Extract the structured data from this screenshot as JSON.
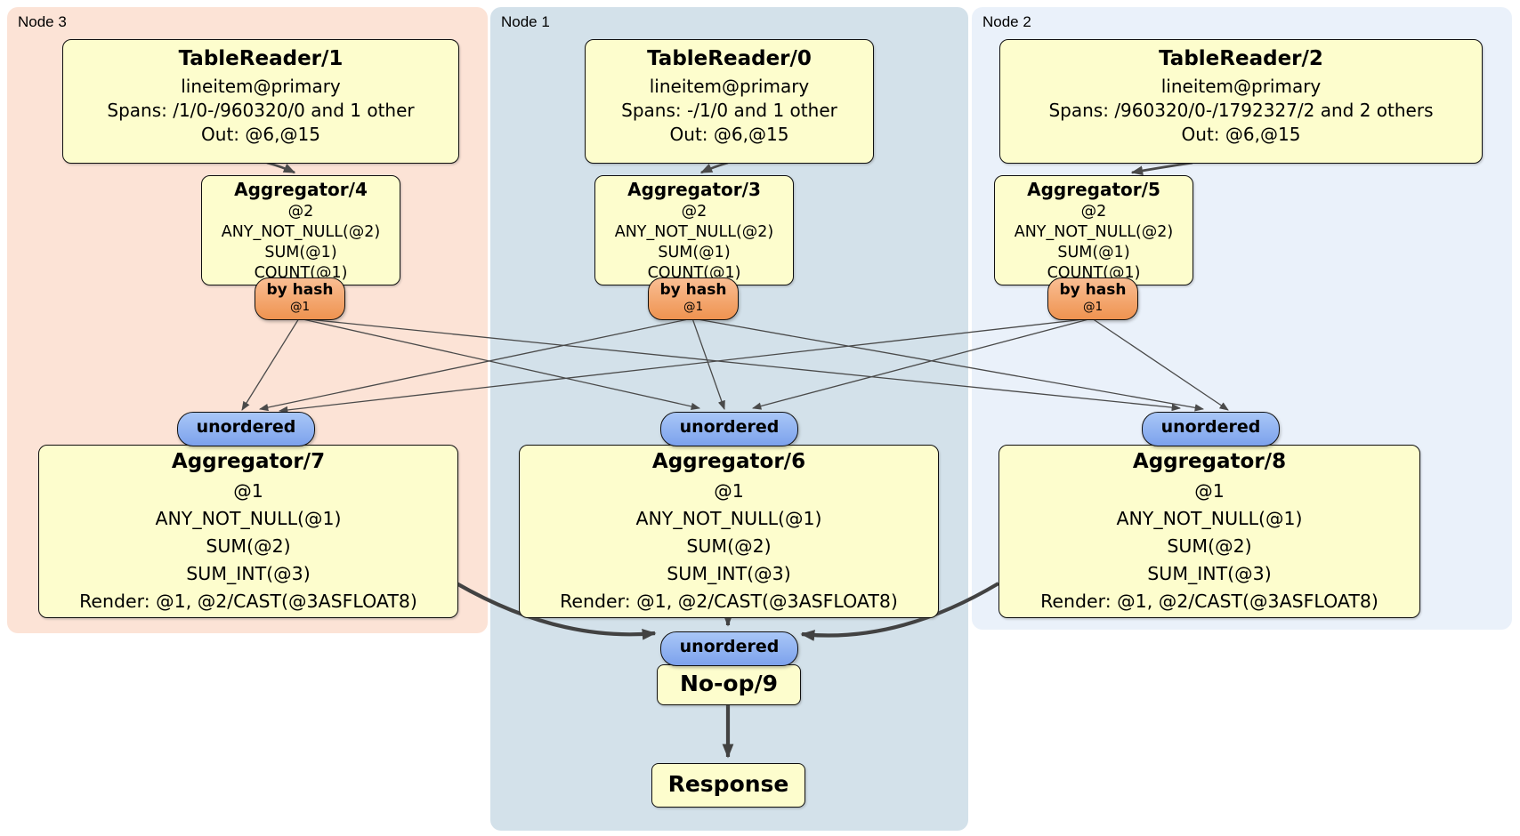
{
  "plan": {
    "regions": {
      "node3": {
        "label": "Node 3"
      },
      "node1": {
        "label": "Node 1"
      },
      "node2": {
        "label": "Node 2"
      }
    },
    "nodes": {
      "tr1": {
        "title": "TableReader/1",
        "lines": [
          "lineitem@primary",
          "Spans: /1/0-/960320/0 and 1 other",
          "Out: @6,@15"
        ]
      },
      "tr0": {
        "title": "TableReader/0",
        "lines": [
          "lineitem@primary",
          "Spans: -/1/0 and 1 other",
          "Out: @6,@15"
        ]
      },
      "tr2": {
        "title": "TableReader/2",
        "lines": [
          "lineitem@primary",
          "Spans: /960320/0-/1792327/2 and 2 others",
          "Out: @6,@15"
        ]
      },
      "agg4": {
        "title": "Aggregator/4",
        "lines": [
          "@2",
          "ANY_NOT_NULL(@2)",
          "SUM(@1)",
          "COUNT(@1)"
        ]
      },
      "agg3": {
        "title": "Aggregator/3",
        "lines": [
          "@2",
          "ANY_NOT_NULL(@2)",
          "SUM(@1)",
          "COUNT(@1)"
        ]
      },
      "agg5": {
        "title": "Aggregator/5",
        "lines": [
          "@2",
          "ANY_NOT_NULL(@2)",
          "SUM(@1)",
          "COUNT(@1)"
        ]
      },
      "agg7": {
        "title": "Aggregator/7",
        "lines": [
          "@1",
          "ANY_NOT_NULL(@1)",
          "SUM(@2)",
          "SUM_INT(@3)",
          "Render: @1, @2/CAST(@3ASFLOAT8)"
        ]
      },
      "agg6": {
        "title": "Aggregator/6",
        "lines": [
          "@1",
          "ANY_NOT_NULL(@1)",
          "SUM(@2)",
          "SUM_INT(@3)",
          "Render: @1, @2/CAST(@3ASFLOAT8)"
        ]
      },
      "agg8": {
        "title": "Aggregator/8",
        "lines": [
          "@1",
          "ANY_NOT_NULL(@1)",
          "SUM(@2)",
          "SUM_INT(@3)",
          "Render: @1, @2/CAST(@3ASFLOAT8)"
        ]
      },
      "noop": {
        "title": "No-op/9"
      },
      "response": {
        "title": "Response"
      }
    },
    "routers": {
      "byhash4": {
        "label": "by hash",
        "sub": "@1"
      },
      "byhash3": {
        "label": "by hash",
        "sub": "@1"
      },
      "byhash5": {
        "label": "by hash",
        "sub": "@1"
      },
      "u7": {
        "label": "unordered"
      },
      "u6": {
        "label": "unordered"
      },
      "u8": {
        "label": "unordered"
      },
      "u9": {
        "label": "unordered"
      }
    },
    "edges": [
      {
        "from": "TableReader/1",
        "to": "Aggregator/4"
      },
      {
        "from": "TableReader/0",
        "to": "Aggregator/3"
      },
      {
        "from": "TableReader/2",
        "to": "Aggregator/5"
      },
      {
        "from": "Aggregator/4 by hash @1",
        "to": "unordered (Aggregator/7)"
      },
      {
        "from": "Aggregator/4 by hash @1",
        "to": "unordered (Aggregator/6)"
      },
      {
        "from": "Aggregator/4 by hash @1",
        "to": "unordered (Aggregator/8)"
      },
      {
        "from": "Aggregator/3 by hash @1",
        "to": "unordered (Aggregator/7)"
      },
      {
        "from": "Aggregator/3 by hash @1",
        "to": "unordered (Aggregator/6)"
      },
      {
        "from": "Aggregator/3 by hash @1",
        "to": "unordered (Aggregator/8)"
      },
      {
        "from": "Aggregator/5 by hash @1",
        "to": "unordered (Aggregator/7)"
      },
      {
        "from": "Aggregator/5 by hash @1",
        "to": "unordered (Aggregator/6)"
      },
      {
        "from": "Aggregator/5 by hash @1",
        "to": "unordered (Aggregator/8)"
      },
      {
        "from": "Aggregator/7",
        "to": "unordered (No-op/9)"
      },
      {
        "from": "Aggregator/6",
        "to": "unordered (No-op/9)"
      },
      {
        "from": "Aggregator/8",
        "to": "unordered (No-op/9)"
      },
      {
        "from": "No-op/9",
        "to": "Response"
      }
    ],
    "colors": {
      "region_node3_bg": "#fce3d6",
      "region_node1_bg": "#d3e1ea",
      "region_node2_bg": "#eaf1fa",
      "processor_bg": "#fdfdcd",
      "hash_router_bg": "#f4a469",
      "unordered_router_bg": "#86acf0",
      "edge": "#4a4a4a"
    }
  }
}
